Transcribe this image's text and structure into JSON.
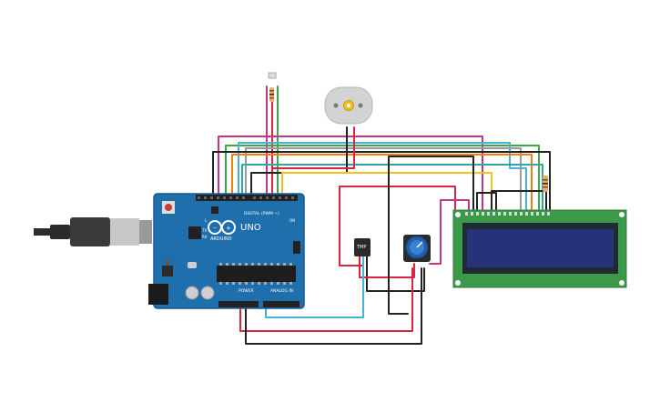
{
  "arduino": {
    "brand": "ARDUINO",
    "model": "UNO",
    "digital_header": "DIGITAL (PWM ~)",
    "power_header": "POWER",
    "analog_header": "ANALOG IN",
    "led_tx": "TX",
    "led_rx": "RX",
    "led_l": "L",
    "led_on": "ON"
  },
  "sensor": {
    "label": "TMP"
  },
  "colors": {
    "board": "#1f6fad",
    "board_edge": "#155a8f",
    "lcd_pcb": "#3a9a4a",
    "lcd_screen": "#26337a",
    "lcd_bezel": "#1f2a33",
    "wire_red": "#d7263d",
    "wire_black": "#222222",
    "wire_green": "#3aa84a",
    "wire_magenta": "#c8338a",
    "wire_orange": "#f07f1a",
    "wire_cyan": "#46b4d6",
    "wire_yellow": "#f2c21b",
    "wire_gray": "#9a9a9a",
    "wire_teal": "#2fa6a0"
  }
}
